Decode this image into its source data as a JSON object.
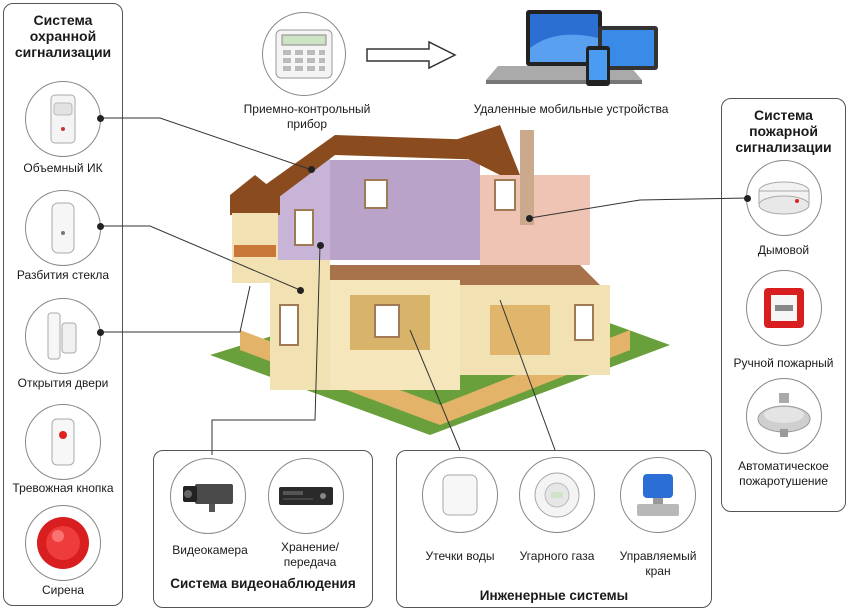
{
  "security": {
    "title_l1": "Система",
    "title_l2": "охранной",
    "title_l3": "сигнализации",
    "items": [
      {
        "label": "Объемный ИК",
        "icon": "motion-sensor-icon"
      },
      {
        "label": "Разбития стекла",
        "icon": "glass-break-sensor-icon"
      },
      {
        "label": "Открытия двери",
        "icon": "door-contact-icon"
      },
      {
        "label": "Тревожная кнопка",
        "icon": "panic-button-icon"
      },
      {
        "label": "Сирена",
        "icon": "siren-icon"
      }
    ]
  },
  "top": {
    "panel_label_l1": "Приемно-контрольный",
    "panel_label_l2": "прибор",
    "remote_label": "Удаленные мобильные устройства"
  },
  "fire": {
    "title_l1": "Система",
    "title_l2": "пожарной",
    "title_l3": "сигнализации",
    "items": [
      {
        "label": "Дымовой",
        "icon": "smoke-detector-icon"
      },
      {
        "label": "Ручной пожарный",
        "icon": "manual-call-point-icon"
      },
      {
        "label_l1": "Автоматическое",
        "label_l2": "пожаротушение",
        "icon": "sprinkler-icon"
      }
    ]
  },
  "video": {
    "title": "Система видеонаблюдения",
    "camera_label": "Видеокамера",
    "storage_label_l1": "Хранение/",
    "storage_label_l2": "передача"
  },
  "engineering": {
    "title": "Инженерные системы",
    "water_label": "Утечки воды",
    "gas_label": "Угарного газа",
    "valve_label_l1": "Управляемый",
    "valve_label_l2": "кран"
  },
  "colors": {
    "border": "#555555",
    "wall_purple": "#b9a3c9",
    "wall_cream": "#f2e2b3",
    "roof": "#8a4b1f",
    "grass": "#6aa03c",
    "siren_red": "#d81e1e",
    "valve_blue": "#2b6fd6"
  }
}
